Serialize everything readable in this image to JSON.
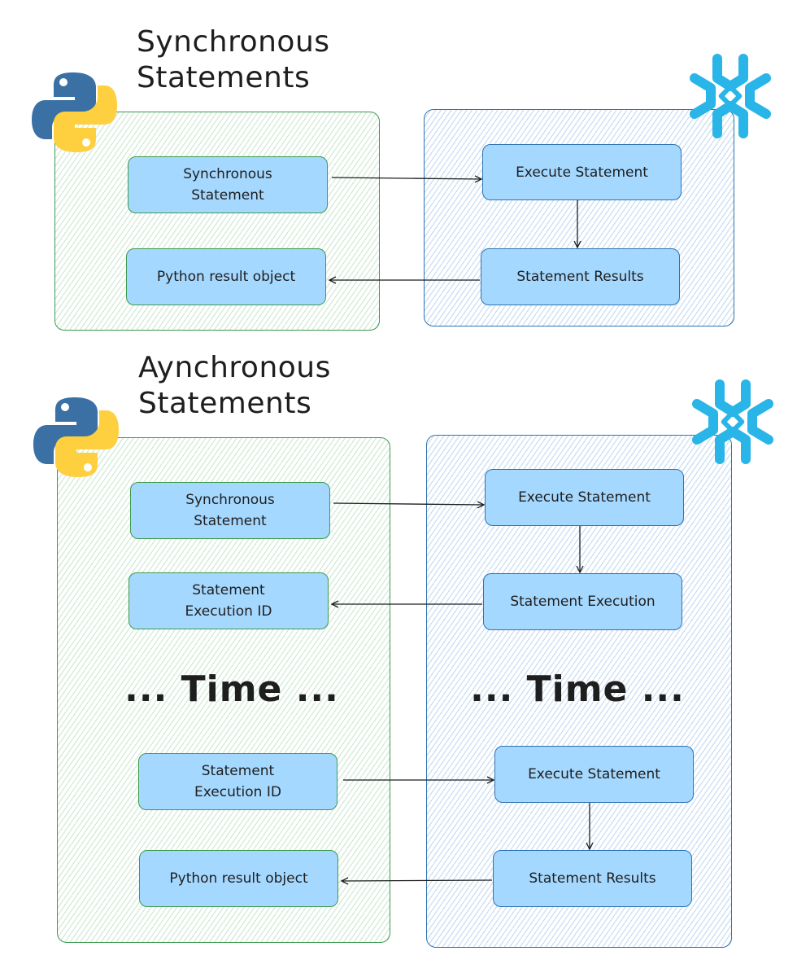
{
  "sections": [
    {
      "title_line1": "Synchronous",
      "title_line2": "Statements",
      "python_nodes": [
        "Synchronous\nStatement",
        "Python result object"
      ],
      "snowflake_nodes": [
        "Execute Statement",
        "Statement Results"
      ]
    },
    {
      "title_line1": "Aynchronous",
      "title_line2": "Statements",
      "python_nodes": [
        "Synchronous\nStatement",
        "Statement\nExecution ID",
        "Statement\nExecution ID",
        "Python result object"
      ],
      "snowflake_nodes": [
        "Execute Statement",
        "Statement Execution",
        "Execute Statement",
        "Statement Results"
      ],
      "time_label_left": "... Time ...",
      "time_label_right": "... Time ..."
    }
  ],
  "icons": {
    "python": "python-logo-icon",
    "snowflake": "snowflake-logo-icon"
  },
  "colors": {
    "python_border": "#3f9a4f",
    "snowflake_border": "#2f73b3",
    "node_fill": "#a5d8ff",
    "python_blue": "#3a70a4",
    "python_yellow": "#fed03f",
    "snowflake_blue": "#29b5e8"
  }
}
